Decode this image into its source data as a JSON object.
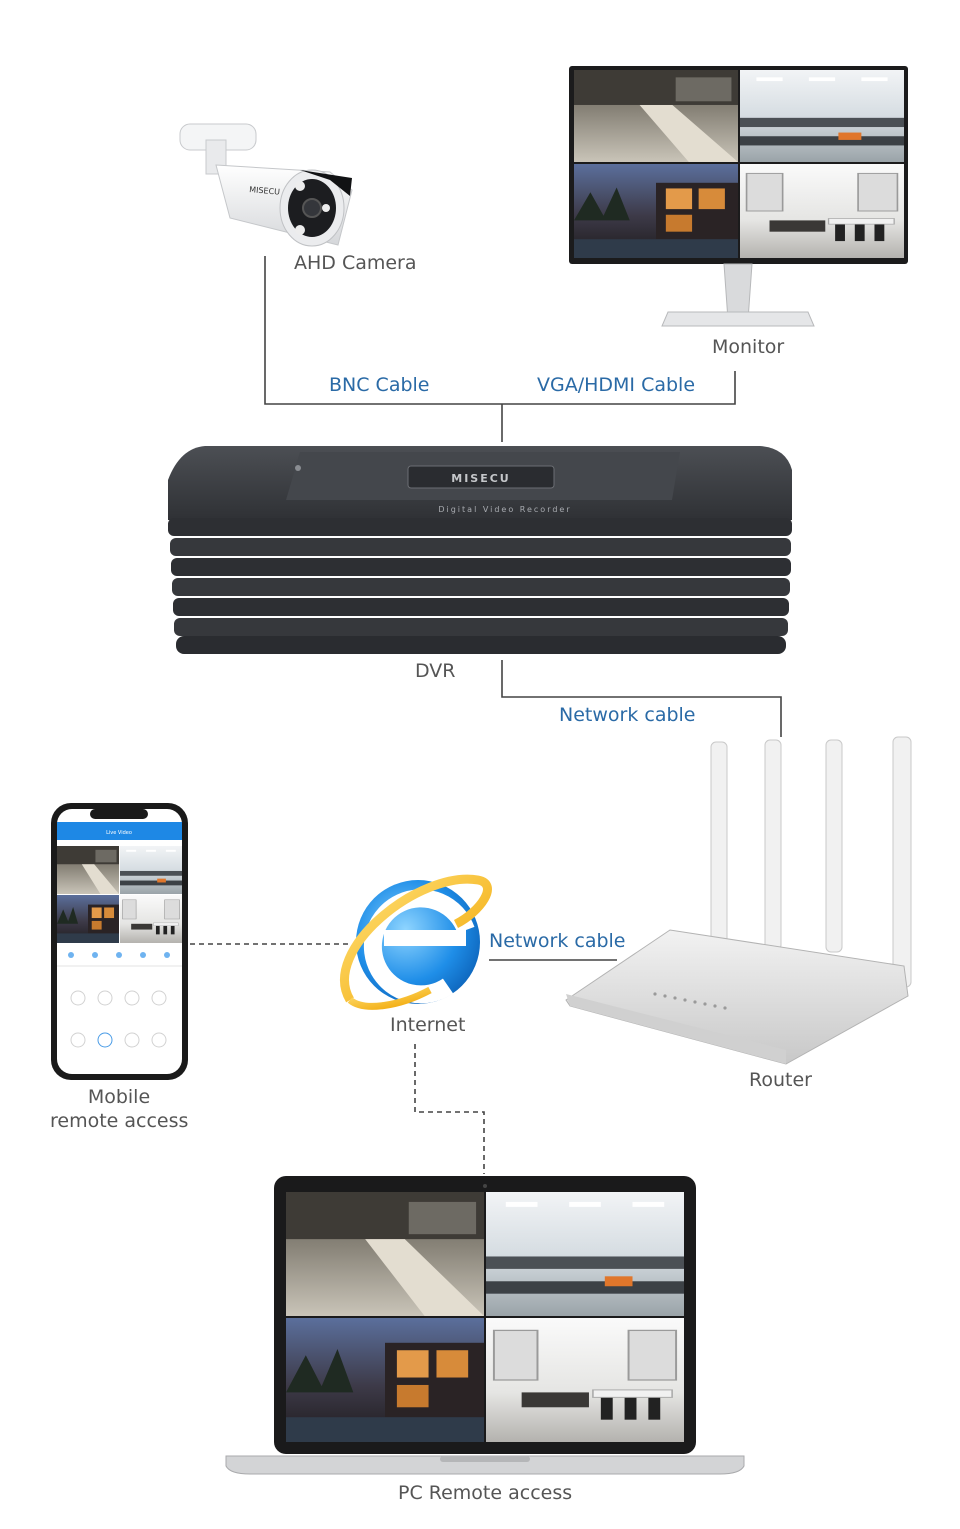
{
  "devices": {
    "camera": {
      "label": "AHD Camera",
      "brand": "MISECU",
      "icon": "bullet-camera-icon"
    },
    "monitor": {
      "label": "Monitor",
      "icon": "monitor-icon"
    },
    "dvr": {
      "label": "DVR",
      "brand": "MISECU",
      "subtitle": "Digital Video Recorder",
      "icon": "dvr-icon"
    },
    "router": {
      "label": "Router",
      "icon": "router-icon"
    },
    "internet": {
      "label": "Internet",
      "icon": "internet-explorer-icon"
    },
    "mobile": {
      "label_line1": "Mobile",
      "label_line2": "remote access",
      "icon": "smartphone-icon",
      "app_title": "Live Video"
    },
    "pc": {
      "label": "PC Remote access",
      "icon": "laptop-icon"
    }
  },
  "cables": {
    "bnc": "BNC Cable",
    "vga_hdmi": "VGA/HDMI Cable",
    "network_dvr_router": "Network cable",
    "network_router_internet": "Network cable"
  },
  "colors": {
    "cable_text": "#2a6aa6",
    "label_text": "#555555",
    "line": "#444444",
    "dvr_body": "#3a3c40"
  }
}
